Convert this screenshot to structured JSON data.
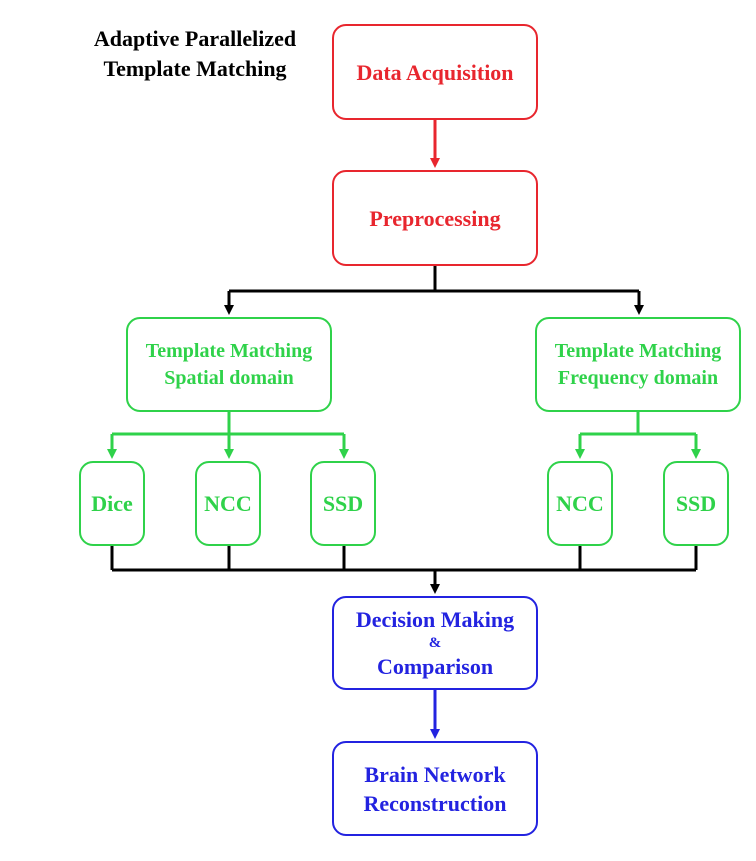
{
  "title": {
    "line1": "Adaptive Parallelized",
    "line2": "Template Matching"
  },
  "colors": {
    "stage": "#e8262e",
    "method": "#2fd24a",
    "output": "#2323e0",
    "connector": "#000000"
  },
  "nodes": {
    "data_acquisition": "Data Acquisition",
    "preprocessing": "Preprocessing",
    "spatial": {
      "line1": "Template Matching",
      "line2": "Spatial domain"
    },
    "frequency": {
      "line1": "Template Matching",
      "line2": "Frequency domain"
    },
    "spatial_methods": [
      "Dice",
      "NCC",
      "SSD"
    ],
    "frequency_methods": [
      "NCC",
      "SSD"
    ],
    "decision": {
      "line1": "Decision Making",
      "line2": "&",
      "line3": "Comparison"
    },
    "brain": {
      "line1": "Brain Network",
      "line2": "Reconstruction"
    }
  }
}
